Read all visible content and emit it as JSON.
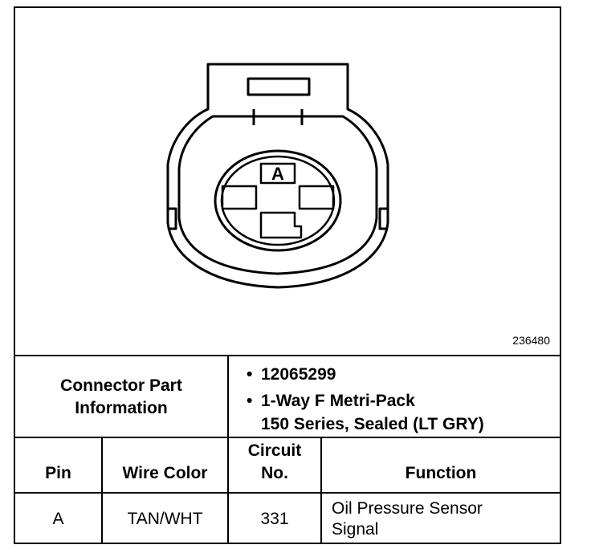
{
  "figure_id": "236480",
  "connector": {
    "pin_label": "A"
  },
  "part_info": {
    "label_line1": "Connector Part",
    "label_line2": "Information",
    "items": [
      {
        "bullet": "•",
        "line1": "12065299",
        "line2": ""
      },
      {
        "bullet": "•",
        "line1": "1-Way F Metri-Pack",
        "line2": "150 Series, Sealed (LT GRY)"
      }
    ]
  },
  "table": {
    "headers": {
      "pin": "Pin",
      "wire_color": "Wire Color",
      "circuit_line1": "Circuit",
      "circuit_line2": "No.",
      "function": "Function"
    },
    "rows": [
      {
        "pin": "A",
        "wire_color": "TAN/WHT",
        "circuit": "331",
        "function_line1": "Oil Pressure Sensor",
        "function_line2": "Signal"
      }
    ]
  }
}
